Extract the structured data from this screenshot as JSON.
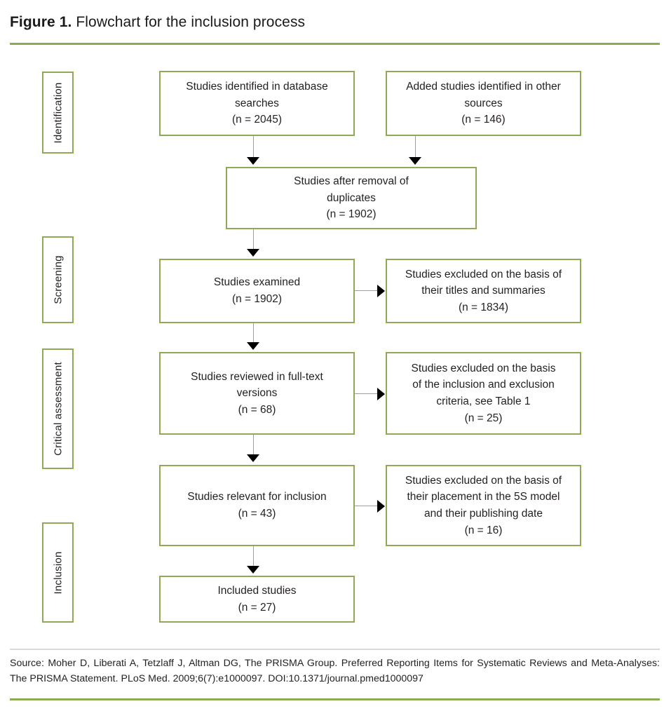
{
  "figure": {
    "label": "Figure 1.",
    "caption": " Flowchart for the inclusion process"
  },
  "colors": {
    "accent_green": "#8faa55",
    "divider_gray": "#d9d9d9",
    "connector_gray": "#9d9d9d",
    "arrow_black": "#000000",
    "text": "#231f20",
    "background": "#ffffff"
  },
  "stages": [
    {
      "id": "identification",
      "label": "Identification"
    },
    {
      "id": "screening",
      "label": "Screening"
    },
    {
      "id": "critical-assessment",
      "label": "Critical assessment"
    },
    {
      "id": "inclusion",
      "label": "Inclusion"
    }
  ],
  "chart_data": {
    "type": "diagram",
    "diagram_kind": "PRISMA flow diagram",
    "title": "Flowchart for the inclusion process",
    "nodes": [
      {
        "id": "db-search",
        "stage": "Identification",
        "text": "Studies identified in database\nsearches\n(n = 2045)",
        "n": 2045
      },
      {
        "id": "other-sources",
        "stage": "Identification",
        "text": "Added studies identified in other\nsources\n(n = 146)",
        "n": 146
      },
      {
        "id": "after-duplicates",
        "stage": "Identification",
        "text": "Studies after removal of\nduplicates\n(n = 1902)",
        "n": 1902
      },
      {
        "id": "examined",
        "stage": "Screening",
        "text": "Studies examined\n(n = 1902)",
        "n": 1902
      },
      {
        "id": "excluded-titles",
        "stage": "Screening",
        "text": "Studies excluded on the basis of\ntheir titles and summaries\n(n = 1834)",
        "n": 1834
      },
      {
        "id": "fulltext",
        "stage": "Critical assessment",
        "text": "Studies reviewed in full-text\nversions\n(n = 68)",
        "n": 68
      },
      {
        "id": "excluded-criteria",
        "stage": "Critical assessment",
        "text": "Studies excluded on the basis\nof the inclusion and exclusion\ncriteria, see Table 1\n(n = 25)",
        "n": 25
      },
      {
        "id": "relevant",
        "stage": "Inclusion",
        "text": "Studies relevant for inclusion\n(n = 43)",
        "n": 43
      },
      {
        "id": "excluded-5s",
        "stage": "Inclusion",
        "text": "Studies excluded on the basis of\ntheir placement in the 5S model\nand their publishing date\n(n = 16)",
        "n": 16
      },
      {
        "id": "included",
        "stage": "Inclusion",
        "text": "Included studies\n(n = 27)",
        "n": 27
      }
    ],
    "edges": [
      {
        "from": "db-search",
        "to": "after-duplicates",
        "direction": "down"
      },
      {
        "from": "other-sources",
        "to": "after-duplicates",
        "direction": "down"
      },
      {
        "from": "after-duplicates",
        "to": "examined",
        "direction": "down"
      },
      {
        "from": "examined",
        "to": "excluded-titles",
        "direction": "right"
      },
      {
        "from": "examined",
        "to": "fulltext",
        "direction": "down"
      },
      {
        "from": "fulltext",
        "to": "excluded-criteria",
        "direction": "right"
      },
      {
        "from": "fulltext",
        "to": "relevant",
        "direction": "down"
      },
      {
        "from": "relevant",
        "to": "excluded-5s",
        "direction": "right"
      },
      {
        "from": "relevant",
        "to": "included",
        "direction": "down"
      }
    ]
  },
  "source": {
    "text": "Source: Moher D, Liberati A, Tetzlaff J, Altman DG, The PRISMA Group. Preferred Reporting Items for Systematic Reviews and Meta-Analyses: The PRISMA Statement. PLoS Med. 2009;6(7):e1000097. DOI:10.1371/journal.pmed1000097"
  }
}
